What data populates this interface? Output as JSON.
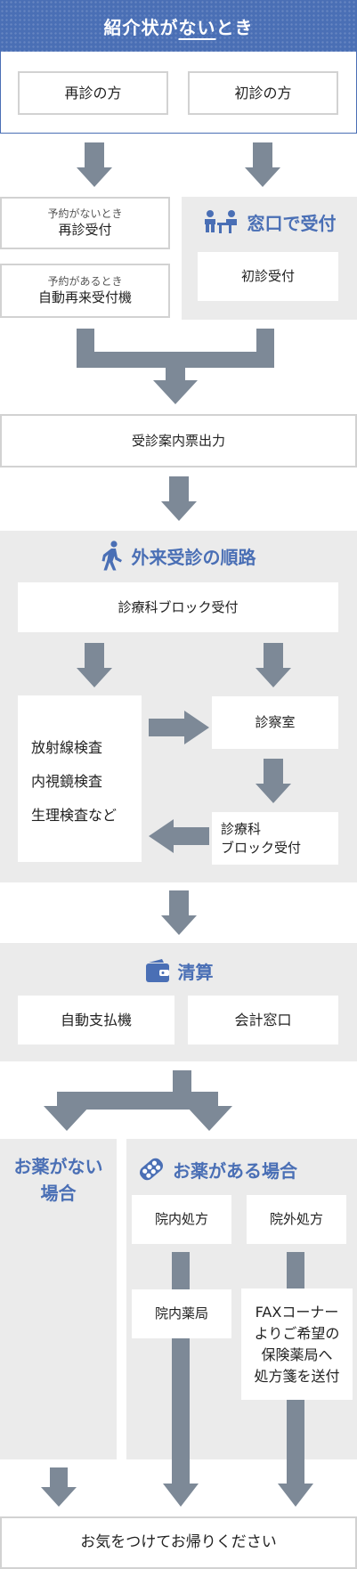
{
  "header": {
    "title_pre": "紹介状が",
    "title_underline": "ない",
    "title_post": "とき",
    "left_box": "再診の方",
    "right_box": "初診の方"
  },
  "returning": {
    "no_appointment_caption": "予約がないとき",
    "no_appointment_label": "再診受付",
    "has_appointment_caption": "予約があるとき",
    "has_appointment_label": "自動再来受付機"
  },
  "window_section": {
    "title": "窓口で受付",
    "box": "初診受付"
  },
  "ticket_box": "受診案内票出力",
  "outpatient": {
    "title": "外来受診の順路",
    "dept_reception": "診療科ブロック受付",
    "exams": [
      "放射線検査",
      "内視鏡検査",
      "生理検査など"
    ],
    "exam_room": "診察室",
    "dept_reception_2_line1": "診療科",
    "dept_reception_2_line2": "ブロック受付"
  },
  "payment": {
    "title": "清算",
    "auto": "自動支払機",
    "counter": "会計窓口"
  },
  "no_medicine": {
    "title_line1": "お薬がない",
    "title_line2": "場合"
  },
  "medicine": {
    "title": "お薬がある場合",
    "in_hospital_rx": "院内処方",
    "out_hospital_rx": "院外処方",
    "in_hospital_pharmacy": "院内薬局",
    "fax_lines": [
      "FAXコーナー",
      "よりご希望の",
      "保険薬局へ",
      "処方箋を送付"
    ]
  },
  "footer": "お気をつけてお帰りください",
  "colors": {
    "accent_blue": "#4a6fb5",
    "arrow_gray": "#7d8997",
    "panel_gray": "#ebebeb",
    "border_gray": "#d2d2d2"
  }
}
